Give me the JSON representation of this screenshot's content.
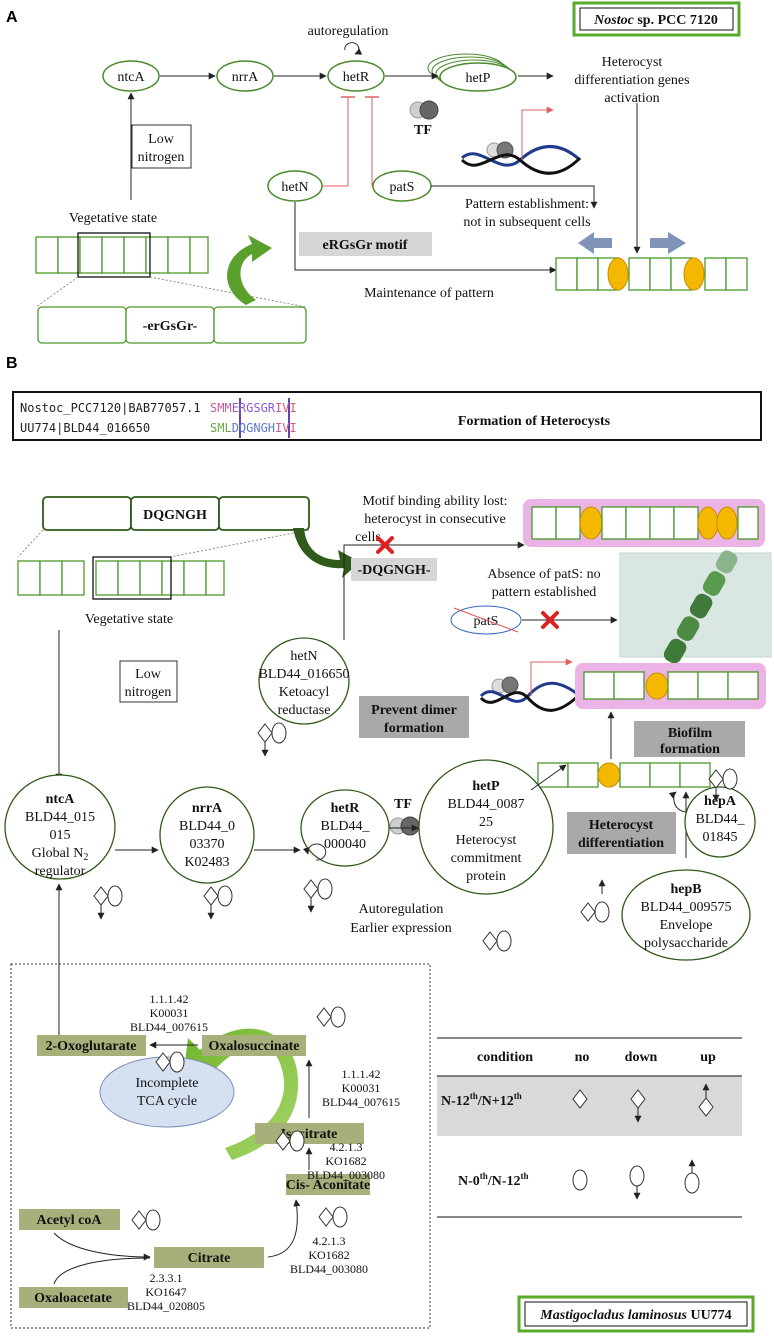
{
  "panel_a": {
    "label": "A",
    "organism_genus": "Nostoc",
    "organism_strain": " sp. PCC 7120",
    "autoregulation": "autoregulation",
    "genes": {
      "ntcA": "ntcA",
      "nrrA": "nrrA",
      "hetR": "hetR",
      "hetP": "hetP",
      "hetN": "hetN",
      "patS": "patS"
    },
    "activation_lines": [
      "Heterocyst",
      "differentiation genes",
      "activation"
    ],
    "low_nitrogen": [
      "Low",
      "nitrogen"
    ],
    "tf": "TF",
    "pattern_establishment": [
      "Pattern establishment:",
      "not in subsequent cells"
    ],
    "vegetative_state": "Vegetative state",
    "motif_box": "eRGsGr motif",
    "maintenance": "Maintenance of pattern",
    "motif_seq": "-erGsGr-"
  },
  "panel_b": {
    "label": "B",
    "alignment": [
      {
        "id": "Nostoc_PCC7120|BAB77057.1",
        "seq_pre": "SMM",
        "seq_motif": "ERGSGR",
        "seq_post": "IVI"
      },
      {
        "id": "UU774|BLD44_016650",
        "seq_pre": "SML",
        "seq_motif": "DQGNGH",
        "seq_post": "IVI"
      }
    ],
    "formation_title": "Formation of Heterocysts",
    "motif_seq": "DQGNGH",
    "motif_lost": [
      "Motif binding ability lost:",
      "heterocyst in consecutive",
      "cells"
    ],
    "dqgngh_box": "-DQGNGH-",
    "absence_pats": [
      "Absence of patS: no",
      "pattern established"
    ],
    "pats_crossed": "patS",
    "vegetative_state": "Vegetative state",
    "hetN_node": [
      "hetN",
      "BLD44_016650",
      "Ketoacyl",
      "reductase"
    ],
    "low_nitrogen": [
      "Low",
      "nitrogen"
    ],
    "prevent_dimer": [
      "Prevent dimer",
      "formation"
    ],
    "biofilm": [
      "Biofilm",
      "formation"
    ],
    "tf": "TF",
    "ntcA_node": [
      "ntcA",
      "BLD44_015",
      "015",
      "Global N",
      "2",
      "regulator"
    ],
    "nrrA_node": [
      "nrrA",
      "BLD44_0",
      "03370",
      "K02483"
    ],
    "hetR_node": [
      "hetR",
      "BLD44_",
      "000040"
    ],
    "hetP_node": [
      "hetP",
      "BLD44_0087",
      "25",
      "Heterocyst",
      "commitment",
      "protein"
    ],
    "heterocyst_diff": [
      "Heterocyst",
      "differentiation"
    ],
    "hepA_node": [
      "hepA",
      "BLD44_",
      "01845"
    ],
    "hepB_node": [
      "hepB",
      "BLD44_009575",
      "Envelope",
      "polysaccharide"
    ],
    "autoreg": [
      "Autoregulation",
      "Earlier expression"
    ],
    "tca": {
      "metabolites": {
        "oxoglutarate": "2-Oxoglutarate",
        "oxalosuccinate": "Oxalosuccinate",
        "isocitrate": "Isocitrate",
        "cis_aconitate": "Cis- Aconitate",
        "acetyl_coa": "Acetyl coA",
        "citrate": "Citrate",
        "oxaloacetate": "Oxaloacetate"
      },
      "cycle_label": [
        "Incomplete",
        "TCA cycle"
      ],
      "enz_oxo": [
        "1.1.1.42",
        "K00031",
        "BLD44_007615"
      ],
      "enz_oxal": [
        "1.1.1.42",
        "K00031",
        "BLD44_007615"
      ],
      "enz_iso": [
        "4.2.1.3",
        "KO1682",
        "BLD44_003080"
      ],
      "enz_cis": [
        "4.2.1.3",
        "KO1682",
        "BLD44_003080"
      ],
      "enz_cit": [
        "2.3.3.1",
        "KO1647",
        "BLD44_020805"
      ]
    },
    "legend": {
      "headers": [
        "condition",
        "no",
        "down",
        "up"
      ],
      "row1_base": "N-12",
      "row1_sup": "th",
      "row1_sep": "/N+12",
      "row1_sup2": "th",
      "row2_base": "N-0",
      "row2_sup": "th",
      "row2_sep": "/N-12",
      "row2_sup2": "th"
    },
    "organism_name": "Mastigocladus laminosus",
    "organism_strain": " UU774"
  }
}
